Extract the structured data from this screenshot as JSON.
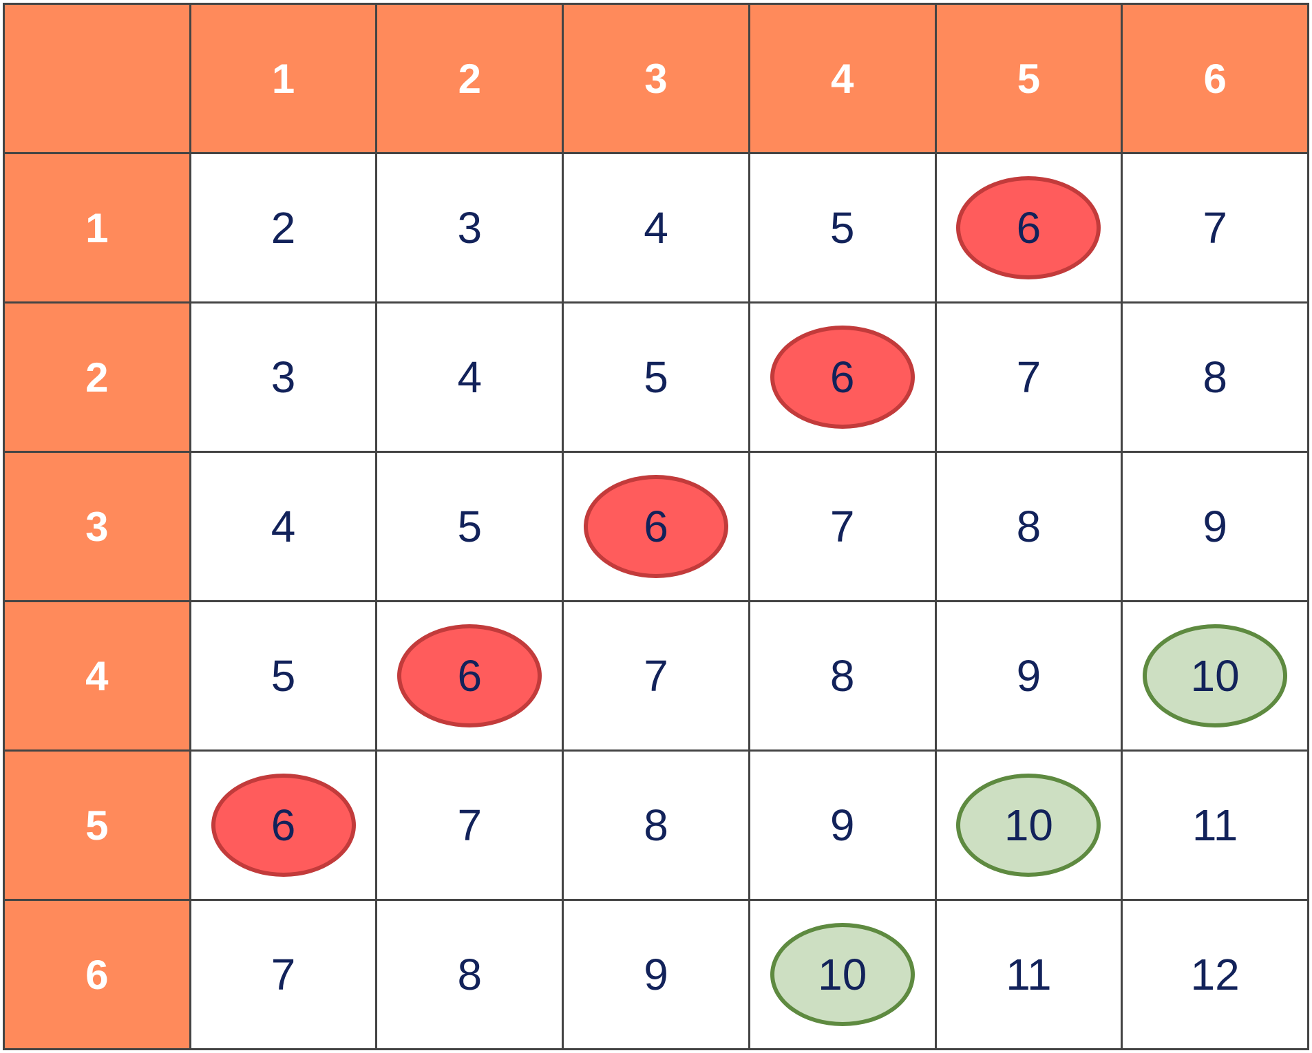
{
  "table": {
    "corner": "",
    "column_headers": [
      "1",
      "2",
      "3",
      "4",
      "5",
      "6"
    ],
    "row_headers": [
      "1",
      "2",
      "3",
      "4",
      "5",
      "6"
    ],
    "rows": [
      [
        "2",
        "3",
        "4",
        "5",
        "6",
        "7"
      ],
      [
        "3",
        "4",
        "5",
        "6",
        "7",
        "8"
      ],
      [
        "4",
        "5",
        "6",
        "7",
        "8",
        "9"
      ],
      [
        "5",
        "6",
        "7",
        "8",
        "9",
        "10"
      ],
      [
        "6",
        "7",
        "8",
        "9",
        "10",
        "11"
      ],
      [
        "7",
        "8",
        "9",
        "10",
        "11",
        "12"
      ]
    ],
    "highlights": {
      "red_value": "6",
      "green_value": "10"
    }
  },
  "colors": {
    "header_bg": "#ff8a5b",
    "header_text": "#ffffff",
    "cell_text": "#12225a",
    "grid_line": "#444444",
    "red_fill": "#ff5c5c",
    "red_stroke": "#c23b3b",
    "green_fill": "#cddfc2",
    "green_stroke": "#5e8a40"
  }
}
